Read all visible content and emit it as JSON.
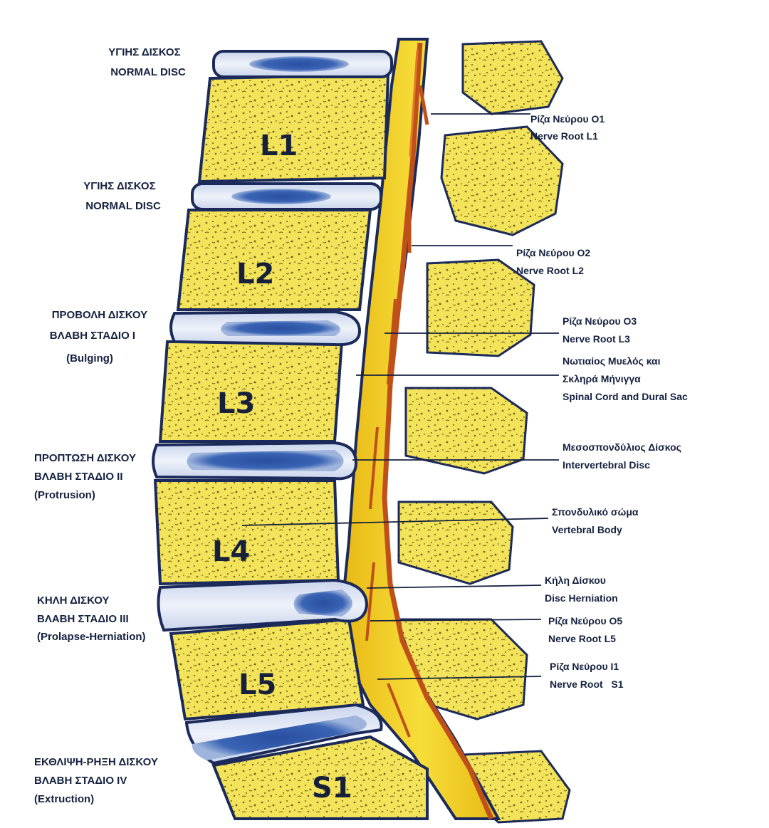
{
  "vertebrae": [
    {
      "id": "l1",
      "label": "L1"
    },
    {
      "id": "l2",
      "label": "L2"
    },
    {
      "id": "l3",
      "label": "L3"
    },
    {
      "id": "l4",
      "label": "L4"
    },
    {
      "id": "l5",
      "label": "L5"
    },
    {
      "id": "s1",
      "label": "S1"
    }
  ],
  "left_labels": [
    {
      "id": "normal-disc-1",
      "lines": [
        "ΥΓΙΗΣ ΔΙΣΚΟΣ",
        "NORMAL DISC"
      ]
    },
    {
      "id": "normal-disc-2",
      "lines": [
        "ΥΓΙΗΣ ΔΙΣΚΟΣ",
        "NORMAL DISC"
      ]
    },
    {
      "id": "bulging",
      "lines": [
        "ΠΡΟΒΟΛΗ ΔΙΣΚΟΥ",
        "ΒΛΑΒΗ ΣΤΑΔΙΟ Ι",
        "(Bulging)"
      ]
    },
    {
      "id": "protrusion",
      "lines": [
        "ΠΡΟΠΤΩΣΗ ΔΙΣΚΟΥ",
        "ΒΛΑΒΗ ΣΤΑΔΙΟ ΙΙ",
        "(Protrusion)"
      ]
    },
    {
      "id": "prolapse",
      "lines": [
        "ΚΗΛΗ ΔΙΣΚΟΥ",
        "ΒΛΑΒΗ ΣΤΑΔΙΟ ΙΙΙ",
        "(Prolapse-Herniation)"
      ]
    },
    {
      "id": "extrusion",
      "lines": [
        "ΕΚΘΛΙΨΗ-ΡΗΞΗ ΔΙΣΚΟΥ",
        "ΒΛΑΒΗ ΣΤΑΔΙΟ IV",
        "(Extruction)"
      ]
    }
  ],
  "right_labels": [
    {
      "id": "nerve-root-l1",
      "lines": [
        "Ρίζα Νεύρου Ο1",
        "Nerve Root L1"
      ]
    },
    {
      "id": "nerve-root-l2",
      "lines": [
        "Ρίζα Νεύρου Ο2",
        "Nerve Root L2"
      ]
    },
    {
      "id": "nerve-root-l3",
      "lines": [
        "Ρίζα Νεύρου Ο3",
        "Nerve Root L3"
      ]
    },
    {
      "id": "spinal-cord",
      "lines": [
        "Νωτιαίος Μυελός και",
        "Σκληρά Μήνιγγα",
        "Spinal Cord and Dural Sac"
      ]
    },
    {
      "id": "intervertebral-disc",
      "lines": [
        "Μεσοσπονδύλιος Δίσκος",
        "Intervertebral Disc"
      ]
    },
    {
      "id": "vertebral-body",
      "lines": [
        "Σπονδυλικό σώμα",
        "Vertebral Body"
      ]
    },
    {
      "id": "disc-herniation",
      "lines": [
        "Κήλη Δίσκου",
        "Disc Herniation"
      ]
    },
    {
      "id": "nerve-root-l5",
      "lines": [
        "Ρίζα Νεύρου Ο5",
        "Nerve Root L5"
      ]
    },
    {
      "id": "nerve-root-s1",
      "lines": [
        "Ρίζα Νεύρου Ι1",
        "Nerve Root   S1"
      ]
    }
  ],
  "colors": {
    "bone": "#f2e35a",
    "bone_dark": "#c9a62a",
    "disc_blue": "#2f5aa8",
    "disc_light": "#dfe6f3",
    "cord": "#f4d21e",
    "nerve": "#c0501a",
    "outline": "#1b2a5a"
  }
}
